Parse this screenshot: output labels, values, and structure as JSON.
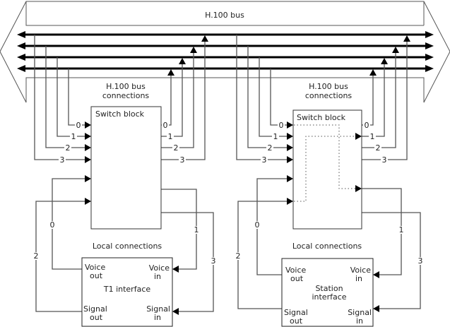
{
  "title": "H.100 bus",
  "colors": {
    "line": "#555555",
    "bus": "#000000",
    "text": "#222222",
    "background": "#ffffff"
  },
  "bus_lines": 4,
  "left_section": {
    "connections_label": [
      "H.100 bus",
      "connections"
    ],
    "switch_block_label": "Switch block",
    "bus_inputs": [
      "0",
      "1",
      "2",
      "3"
    ],
    "bus_outputs": [
      "0",
      "1",
      "2",
      "3"
    ],
    "local_label": "Local connections",
    "local_streams": {
      "voice_out": "0",
      "voice_in": "1",
      "signal_out": "2",
      "signal_in": "3"
    },
    "interface": {
      "name": [
        "T1 interface"
      ],
      "voice_out": [
        "Voice",
        "out"
      ],
      "voice_in": [
        "Voice",
        "in"
      ],
      "signal_out": [
        "Signal",
        "out"
      ],
      "signal_in": [
        "Signal",
        "in"
      ]
    },
    "routes_shown": false
  },
  "right_section": {
    "connections_label": [
      "H.100 bus",
      "connections"
    ],
    "switch_block_label": "Switch block",
    "bus_inputs": [
      "0",
      "1",
      "2",
      "3"
    ],
    "bus_outputs": [
      "0",
      "1",
      "2",
      "3"
    ],
    "local_label": "Local connections",
    "local_streams": {
      "voice_out": "0",
      "voice_in": "1",
      "signal_out": "2",
      "signal_in": "3"
    },
    "interface": {
      "name": [
        "Station",
        "interface"
      ],
      "voice_out": [
        "Voice",
        "out"
      ],
      "voice_in": [
        "Voice",
        "in"
      ],
      "signal_out": [
        "Signal",
        "out"
      ],
      "signal_in": [
        "Signal",
        "in"
      ]
    },
    "routes_shown": true,
    "routes": [
      {
        "from": "bus input 0",
        "to": "local voice in (1)",
        "style": "dotted"
      },
      {
        "from": "local signal out (2)",
        "to": "bus output 1",
        "style": "dotted"
      }
    ]
  }
}
